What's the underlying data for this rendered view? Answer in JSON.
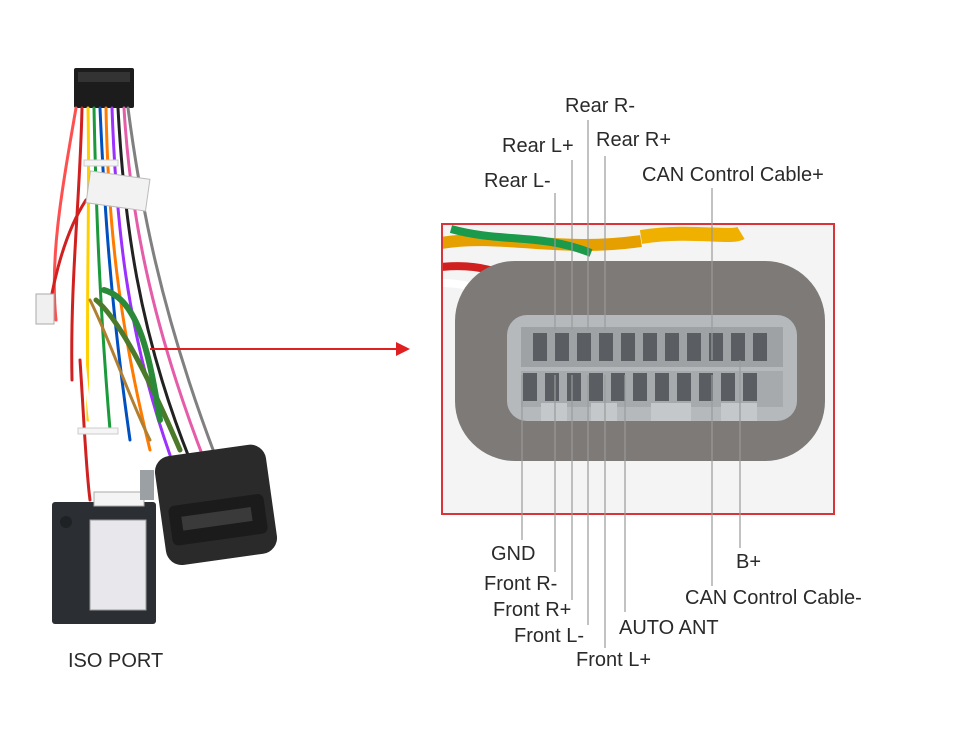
{
  "harness": {
    "port_label": "ISO PORT"
  },
  "connector": {
    "top_labels": [
      "Rear R-",
      "Rear L+",
      "Rear R+",
      "CAN Control Cable+",
      "Rear L-"
    ],
    "bottom_labels": [
      "GND",
      "Front R-",
      "Front R+",
      "Front L-",
      "AUTO ANT",
      "Front L+",
      "B+",
      "CAN Control Cable-"
    ]
  },
  "colors": {
    "frame": "#d9343a",
    "arrow": "#e02020",
    "leader": "#9a9a9a",
    "foam": "#7d7a78",
    "plug": "#b5b9bc"
  }
}
